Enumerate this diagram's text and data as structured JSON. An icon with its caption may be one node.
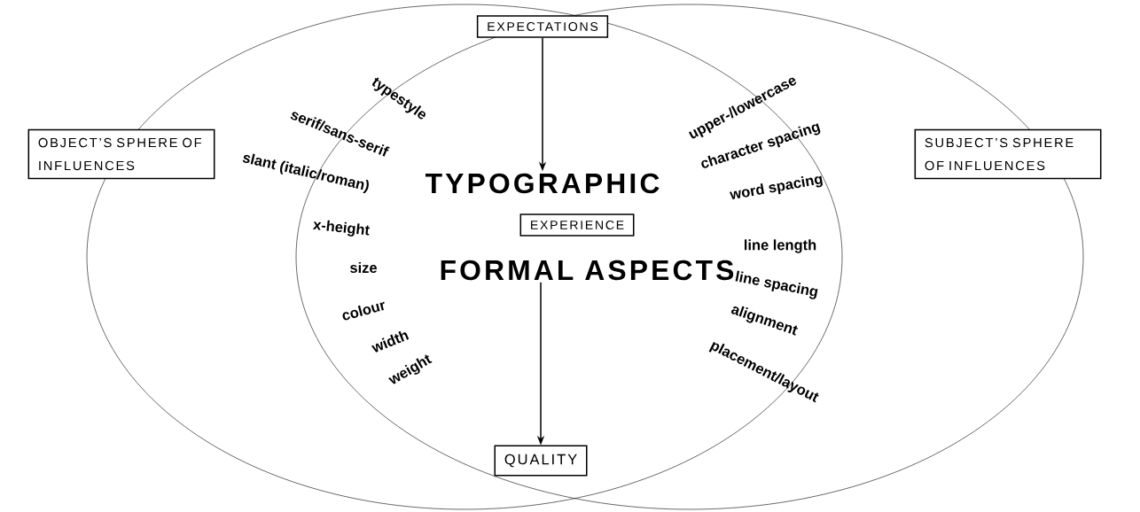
{
  "diagram": {
    "nodes": [
      {
        "text": [
          "EXPECTATIONS"
        ]
      },
      {
        "text": [
          "OBJECT’S SPHERE OF INFLUENCES"
        ]
      },
      {
        "text": [
          "TYPOGRAPHIC"
        ]
      },
      {
        "text": [
          "EXPERIENCE"
        ]
      },
      {
        "text": [
          "SUBJECT’S SPHERE OF INFLUENCES"
        ]
      },
      {
        "text": [
          "FORMAL ASPECTS"
        ]
      },
      {
        "text": [
          "QUALITY"
        ]
      }
    ],
    "edges": [
      {
        "from": 0,
        "to": 2,
        "arrow": "to"
      },
      {
        "from": 5,
        "to": 6,
        "arrow": "to"
      }
    ],
    "labels": [
      "typestyle",
      "serif/sans-serif",
      "slant (italic/roman)",
      "x-height",
      "size",
      "colour",
      "width",
      "weight",
      "upper-/lowercase",
      "character spacing",
      "word spacing",
      "line length",
      "line spacing",
      "alignment",
      "placement/layout"
    ]
  }
}
